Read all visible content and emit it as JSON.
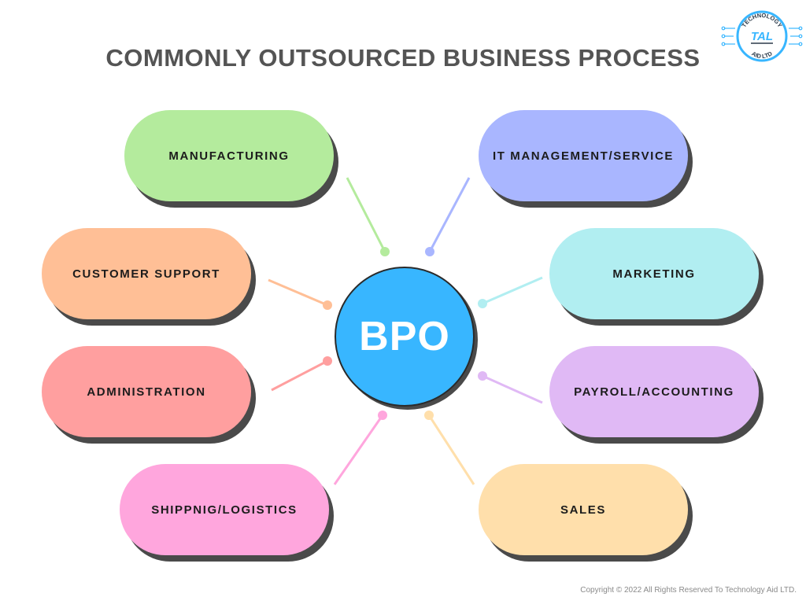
{
  "title": "COMMONLY OUTSOURCED BUSINESS PROCESS",
  "center": "BPO",
  "logo": {
    "text_top": "TECHNOLOGY",
    "mark": "TAL",
    "text_bottom": "AID LTD"
  },
  "processes": [
    {
      "id": "manufacturing",
      "label": "MANUFACTURING",
      "color": "#b4eb9d"
    },
    {
      "id": "it-management",
      "label": "IT MANAGEMENT/SERVICE",
      "color": "#a9b6ff"
    },
    {
      "id": "customer-support",
      "label": "CUSTOMER SUPPORT",
      "color": "#ffbf96"
    },
    {
      "id": "marketing",
      "label": "MARKETING",
      "color": "#b1eef1"
    },
    {
      "id": "administration",
      "label": "ADMINISTRATION",
      "color": "#ff9f9f"
    },
    {
      "id": "payroll-accounting",
      "label": "PAYROLL/ACCOUNTING",
      "color": "#e0b9f5"
    },
    {
      "id": "shipping-logistics",
      "label": "SHIPPNIG/LOGISTICS",
      "color": "#ffa6dd"
    },
    {
      "id": "sales",
      "label": "SALES",
      "color": "#ffdfab"
    }
  ],
  "copyright": "Copyright © 2022 All Rights Reserved To Technology Aid LTD."
}
